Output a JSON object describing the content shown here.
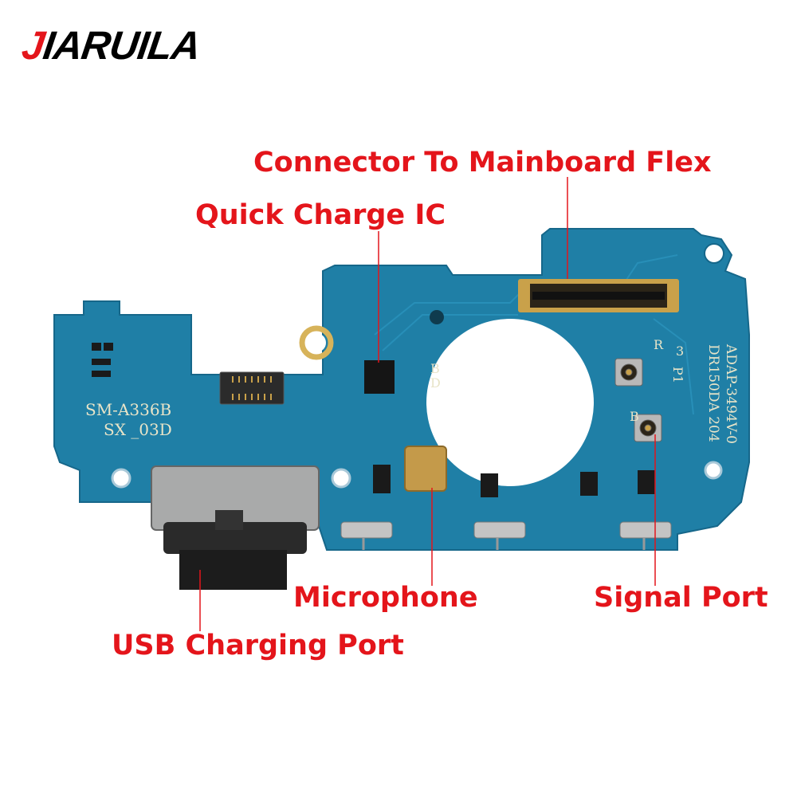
{
  "brand": {
    "logo_first": "J",
    "logo_rest": "IARUILA"
  },
  "labels": {
    "connector": "Connector To Mainboard Flex",
    "quick_charge": "Quick Charge IC",
    "microphone": "Microphone",
    "signal_port": "Signal Port",
    "usb": "USB Charging Port"
  },
  "board_silkscreen": {
    "model": "SM-A336B",
    "revision": "SX _03D",
    "side_text": "ADAP-3494V-0",
    "side_text2": "DR150DA 204",
    "mark_r": "R",
    "mark_b": "B",
    "mark_bd_b": "B",
    "mark_bd_d": "D",
    "mark_p1": "P1",
    "mark_3": "3"
  },
  "colors": {
    "label": "#e4151b",
    "board": "#1f7fa6",
    "gold": "#d7b35a"
  }
}
